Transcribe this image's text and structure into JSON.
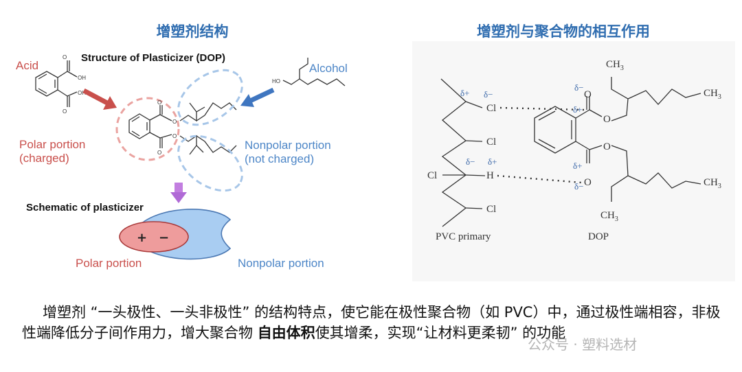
{
  "left_panel": {
    "title": "增塑剂结构",
    "structure_title": "Structure of Plasticizer (DOP)",
    "acid_label": "Acid",
    "alcohol_label": "Alcohol",
    "polar_label_line1": "Polar portion",
    "polar_label_line2": "(charged)",
    "nonpolar_label_line1": "Nonpolar portion",
    "nonpolar_label_line2": "(not charged)",
    "schematic_title": "Schematic of plasticizer",
    "plus": "+",
    "minus": "−",
    "schematic_polar_label": "Polar portion",
    "schematic_nonpolar_label": "Nonpolar portion",
    "oh_label": "OH",
    "ho_label": "HO",
    "o_label": "O",
    "colors": {
      "red": "#c9504c",
      "blue": "#4d86c7",
      "title": "#2f6db0"
    }
  },
  "right_panel": {
    "title": "增塑剂与聚合物的相互作用",
    "pvc_label": "PVC primary",
    "dop_label": "DOP",
    "cl": "Cl",
    "h": "H",
    "ch3": "CH",
    "ch3_sub": "3",
    "o": "O",
    "delta_plus": "δ+",
    "delta_minus": "δ−"
  },
  "caption": {
    "part1": "增塑剂 “一头极性、一头非极性” 的结构特点，使它能在极性聚合物（如 PVC）中，通过极性端相容，非极性端降低分子间作用力，增大聚合物 ",
    "bold": "自由体积",
    "part2": "使其增柔，实现“让材料更柔韧” 的功能"
  },
  "watermark": "公众号 · 塑料选材"
}
